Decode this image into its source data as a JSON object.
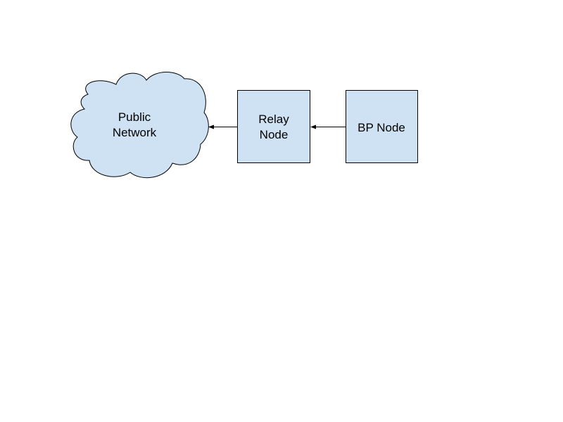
{
  "colors": {
    "background": "#ffffff",
    "node_fill": "#cfe2f3",
    "stroke": "#000000"
  },
  "nodes": {
    "public_network": {
      "shape": "cloud",
      "line1": "Public",
      "line2": "Network"
    },
    "relay_node": {
      "shape": "rectangle",
      "line1": "Relay",
      "line2": "Node"
    },
    "bp_node": {
      "shape": "rectangle",
      "label": "BP Node"
    }
  },
  "edges": [
    {
      "from": "bp_node",
      "to": "relay_node"
    },
    {
      "from": "relay_node",
      "to": "public_network"
    }
  ]
}
